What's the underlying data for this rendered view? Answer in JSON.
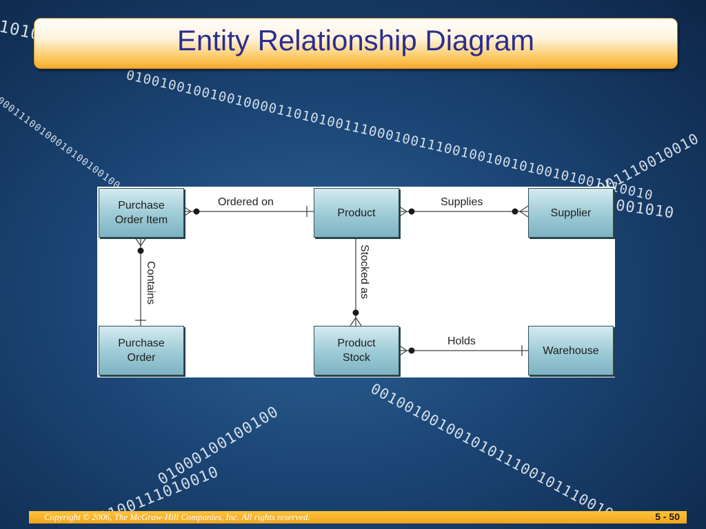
{
  "background": {
    "binary_streams": [
      "1010",
      "010010010010010000110101001110001001110010010010100101001110010",
      "00011100100010100100100",
      "1001110010010",
      "001010",
      "01000100100100",
      "0100111010010",
      "001001001001010111001011100101"
    ]
  },
  "title": "Entity Relationship Diagram",
  "diagram": {
    "entities": {
      "purchase_order_item": "Purchase\nOrder Item",
      "product": "Product",
      "supplier": "Supplier",
      "purchase_order": "Purchase\nOrder",
      "product_stock": "Product\nStock",
      "warehouse": "Warehouse"
    },
    "relationships": {
      "ordered_on": "Ordered on",
      "supplies": "Supplies",
      "contains": "Contains",
      "stocked_as": "Stocked as",
      "holds": "Holds"
    }
  },
  "footer": {
    "copyright": "Copyright © 2006, The McGraw-Hill Companies, Inc. All rights reserved.",
    "page_number": "5 - 50"
  },
  "colors": {
    "title_text": "#2b2d8f",
    "entity_fill": "#9ccad6",
    "footer_bar": "#f4a41b"
  }
}
